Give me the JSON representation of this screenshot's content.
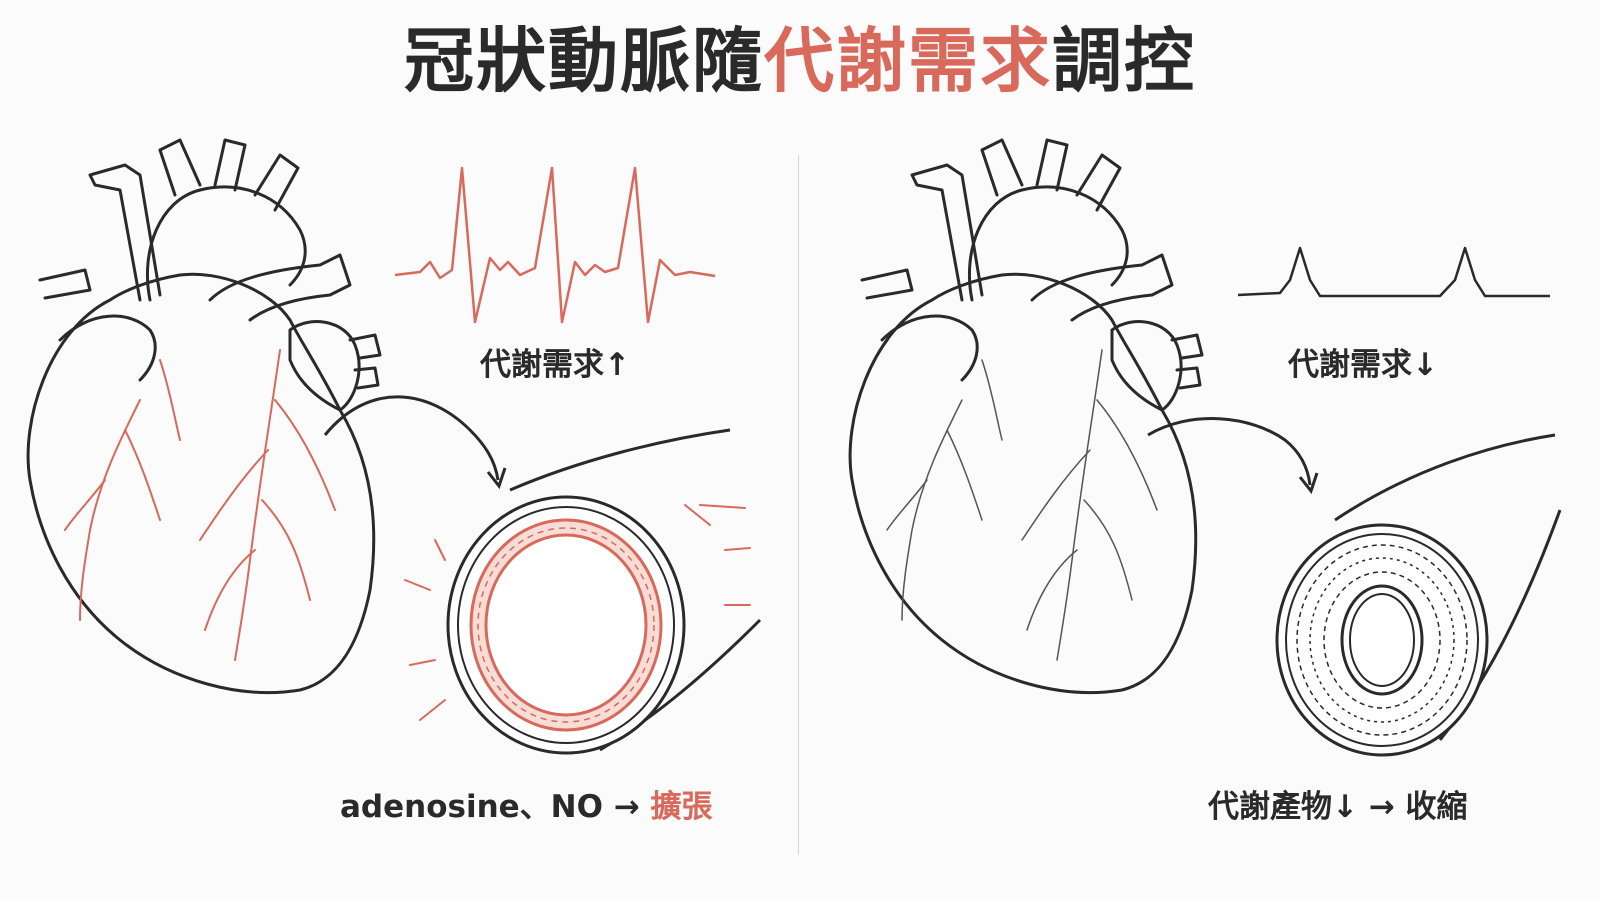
{
  "title": {
    "prefix": "冠狀動脈隨",
    "highlight": "代謝需求",
    "suffix": "調控"
  },
  "left_panel": {
    "demand_label": "代謝需求↑",
    "mechanism_prefix": "adenosine、NO →",
    "mechanism_result": "擴張"
  },
  "right_panel": {
    "demand_label": "代謝需求↓",
    "mechanism_label": "代謝產物↓ → 收縮"
  },
  "colors": {
    "accent": "#d9695b",
    "ink": "#2a2a2a",
    "vessel_fill": "#f4c9c0"
  }
}
